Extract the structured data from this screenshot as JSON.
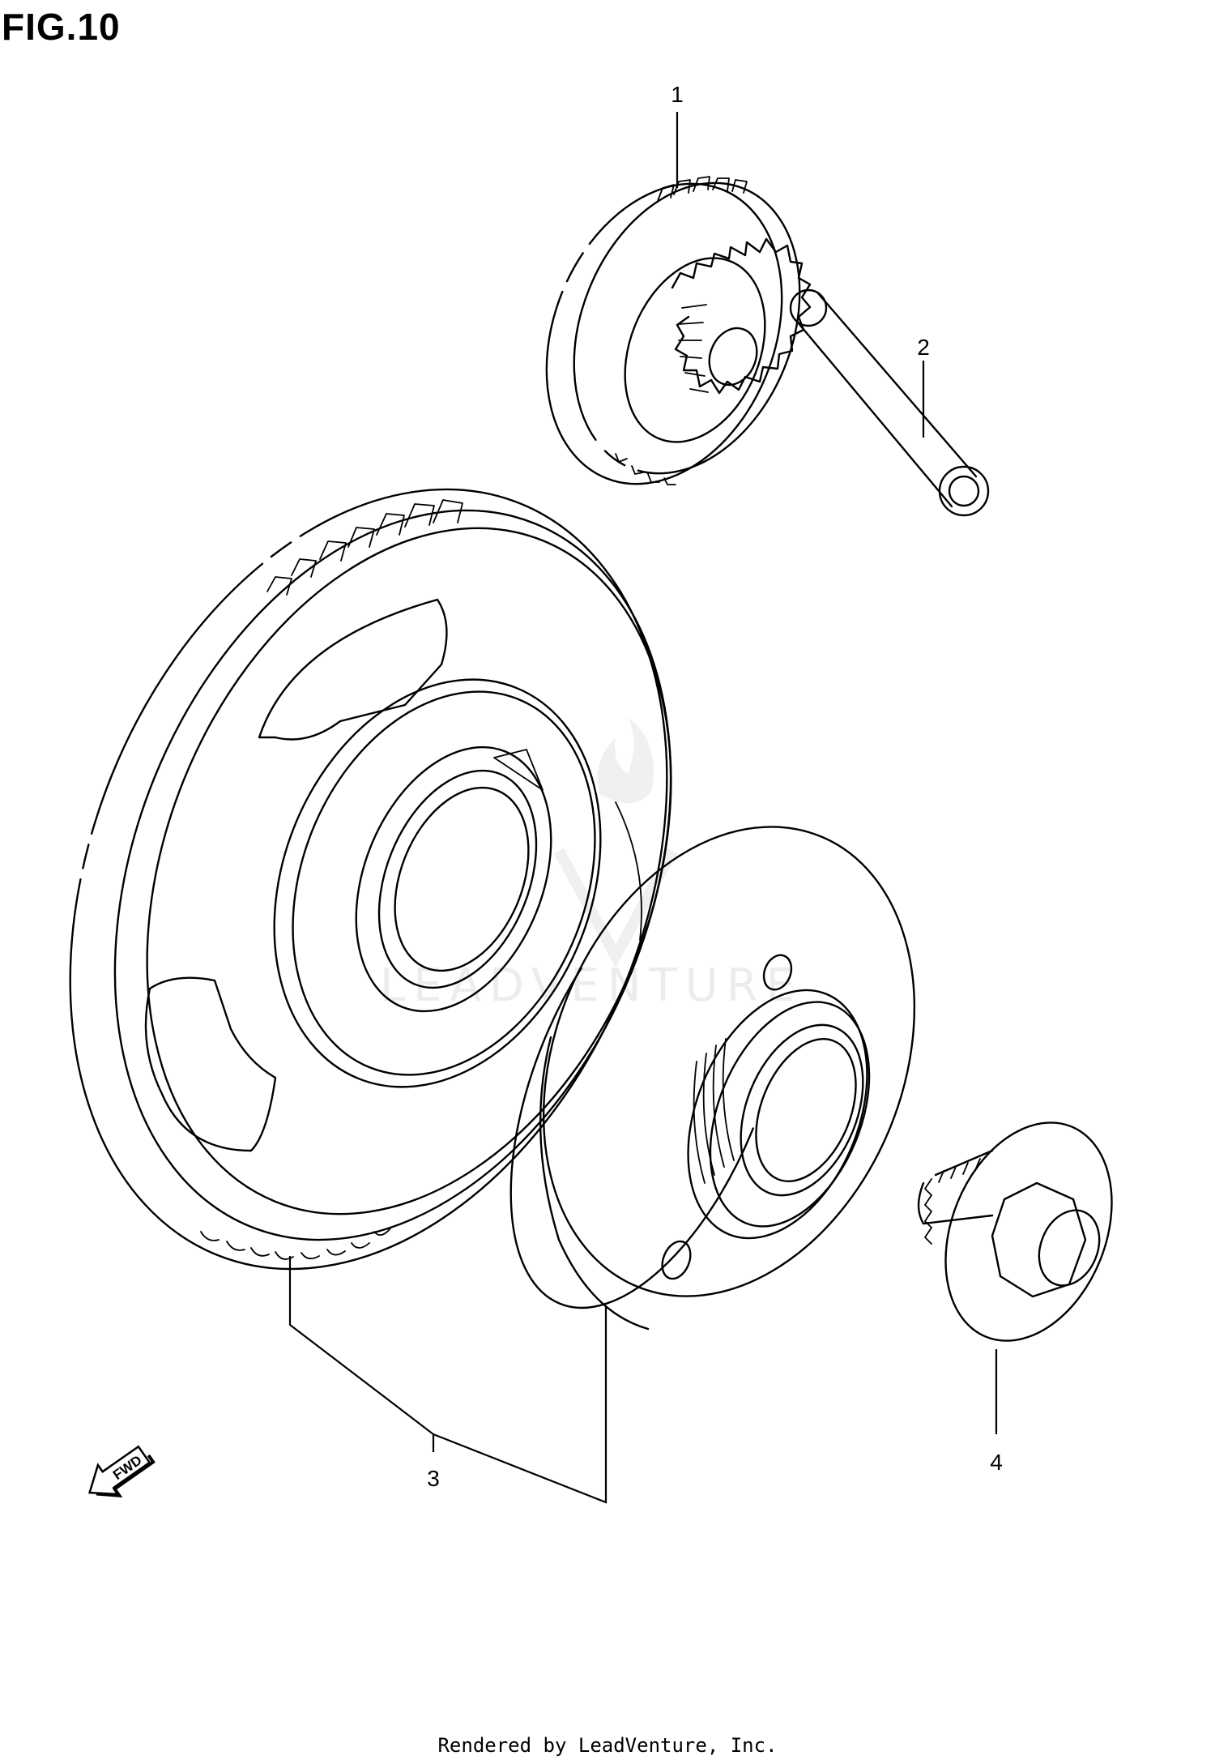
{
  "figure": {
    "title": "FIG.10"
  },
  "callouts": [
    {
      "id": "1",
      "label": "1"
    },
    {
      "id": "2",
      "label": "2"
    },
    {
      "id": "3",
      "label": "3"
    },
    {
      "id": "4",
      "label": "4"
    }
  ],
  "fwd_arrow": {
    "label": "FWD"
  },
  "watermark": {
    "text": "LEADVENTURE"
  },
  "footer": {
    "text": "Rendered by LeadVenture, Inc."
  }
}
